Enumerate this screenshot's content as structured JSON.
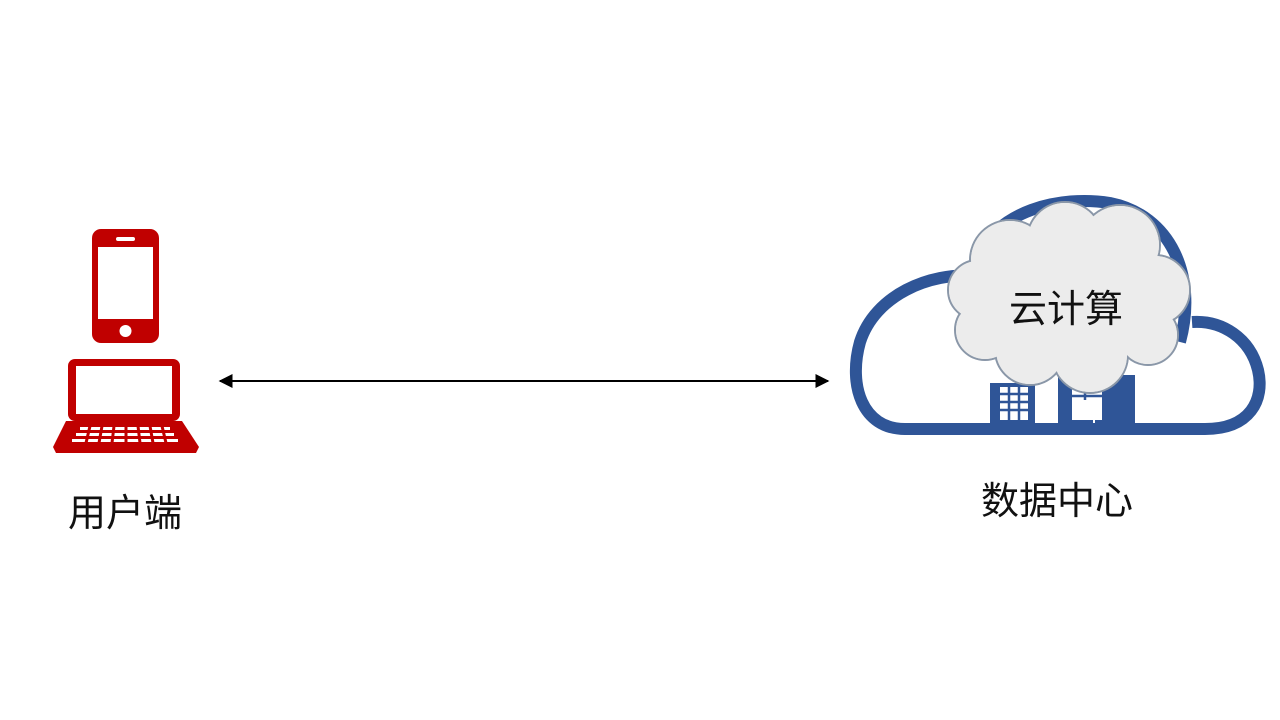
{
  "client": {
    "label": "用户端",
    "icons": [
      "smartphone-icon",
      "laptop-icon"
    ]
  },
  "datacenter": {
    "label": "数据中心",
    "cloud_label": "云计算"
  },
  "connection": {
    "type": "bidirectional-arrow"
  },
  "colors": {
    "client": "#c00000",
    "cloud_outline": "#2f5597",
    "cloud_fill": "#ececec",
    "arrow": "#000000"
  }
}
